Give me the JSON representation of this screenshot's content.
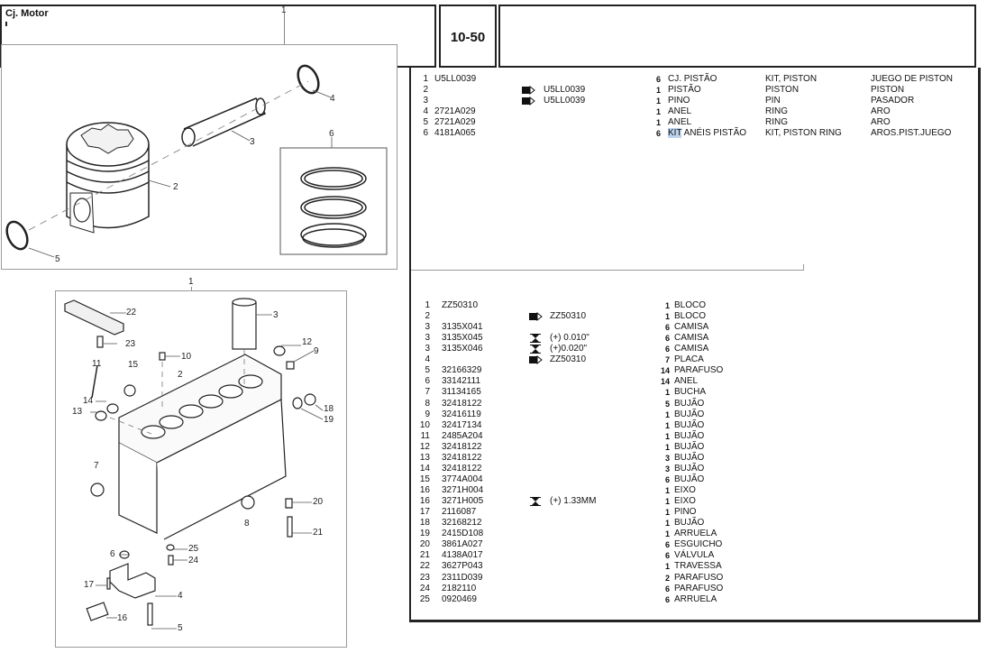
{
  "header": {
    "title": "Cj. Motor",
    "page_number": "10-50"
  },
  "piston_diagram": {
    "callouts": [
      "1",
      "2",
      "3",
      "4",
      "5",
      "6"
    ]
  },
  "block_diagram": {
    "callouts": [
      "1",
      "2",
      "3",
      "4",
      "5",
      "6",
      "7",
      "8",
      "9",
      "10",
      "11",
      "12",
      "13",
      "14",
      "15",
      "16",
      "17",
      "18",
      "19",
      "20",
      "21",
      "22",
      "23",
      "24",
      "25"
    ]
  },
  "parts_list_piston": {
    "rows": [
      {
        "ref": "1",
        "part": "U5LL0039",
        "symbol": "",
        "note": "",
        "qty": "6",
        "desc_pt": "CJ. PISTÃO",
        "desc_en": "KIT, PISTON",
        "desc_es": "JUEGO DE PISTON"
      },
      {
        "ref": "2",
        "part": "",
        "symbol": "arrow-ref-icon",
        "note": "U5LL0039",
        "qty": "1",
        "desc_pt": "PISTÃO",
        "desc_en": "PISTON",
        "desc_es": "PISTON"
      },
      {
        "ref": "3",
        "part": "",
        "symbol": "arrow-ref-icon",
        "note": "U5LL0039",
        "qty": "1",
        "desc_pt": "PINO",
        "desc_en": "PIN",
        "desc_es": "PASADOR"
      },
      {
        "ref": "4",
        "part": "2721A029",
        "symbol": "",
        "note": "",
        "qty": "1",
        "desc_pt": "ANEL",
        "desc_en": "RING",
        "desc_es": "ARO"
      },
      {
        "ref": "5",
        "part": "2721A029",
        "symbol": "",
        "note": "",
        "qty": "1",
        "desc_pt": "ANEL",
        "desc_en": "RING",
        "desc_es": "ARO"
      },
      {
        "ref": "6",
        "part": "4181A065",
        "symbol": "",
        "note": "",
        "qty": "6",
        "desc_pt_highlight": "KIT",
        "desc_pt": " ANÉIS PISTÃO",
        "desc_en": "KIT, PISTON RING",
        "desc_es": "AROS.PIST.JUEGO"
      }
    ]
  },
  "parts_list_block": {
    "rows": [
      {
        "ref": "1",
        "part": "ZZ50310",
        "symbol": "",
        "note": "",
        "qty": "1",
        "desc_pt": "BLOCO"
      },
      {
        "ref": "2",
        "part": "",
        "symbol": "arrow-ref-icon",
        "note": "ZZ50310",
        "qty": "1",
        "desc_pt": "BLOCO"
      },
      {
        "ref": "3",
        "part": "3135X041",
        "symbol": "",
        "note": "",
        "qty": "6",
        "desc_pt": "CAMISA"
      },
      {
        "ref": "3",
        "part": "3135X045",
        "symbol": "oversize-icon",
        "note": "(+) 0.010\"",
        "qty": "6",
        "desc_pt": "CAMISA"
      },
      {
        "ref": "3",
        "part": "3135X046",
        "symbol": "oversize-icon",
        "note": "(+)0.020\"",
        "qty": "6",
        "desc_pt": "CAMISA"
      },
      {
        "ref": "4",
        "part": "",
        "symbol": "arrow-ref-icon",
        "note": "ZZ50310",
        "qty": "7",
        "desc_pt": "PLACA"
      },
      {
        "ref": "5",
        "part": "32166329",
        "symbol": "",
        "note": "",
        "qty": "14",
        "desc_pt": "PARAFUSO"
      },
      {
        "ref": "6",
        "part": "33142111",
        "symbol": "",
        "note": "",
        "qty": "14",
        "desc_pt": "ANEL"
      },
      {
        "ref": "7",
        "part": "31134165",
        "symbol": "",
        "note": "",
        "qty": "1",
        "desc_pt": "BUCHA"
      },
      {
        "ref": "8",
        "part": "32418122",
        "symbol": "",
        "note": "",
        "qty": "5",
        "desc_pt": "BUJÃO"
      },
      {
        "ref": "9",
        "part": "32416119",
        "symbol": "",
        "note": "",
        "qty": "1",
        "desc_pt": "BUJÃO"
      },
      {
        "ref": "10",
        "part": "32417134",
        "symbol": "",
        "note": "",
        "qty": "1",
        "desc_pt": "BUJÃO"
      },
      {
        "ref": "11",
        "part": "2485A204",
        "symbol": "",
        "note": "",
        "qty": "1",
        "desc_pt": "BUJÃO"
      },
      {
        "ref": "12",
        "part": "32418122",
        "symbol": "",
        "note": "",
        "qty": "1",
        "desc_pt": "BUJÃO"
      },
      {
        "ref": "13",
        "part": "32418122",
        "symbol": "",
        "note": "",
        "qty": "3",
        "desc_pt": "BUJÃO"
      },
      {
        "ref": "14",
        "part": "32418122",
        "symbol": "",
        "note": "",
        "qty": "3",
        "desc_pt": "BUJÃO"
      },
      {
        "ref": "15",
        "part": "3774A004",
        "symbol": "",
        "note": "",
        "qty": "6",
        "desc_pt": "BUJÃO"
      },
      {
        "ref": "16",
        "part": "3271H004",
        "symbol": "",
        "note": "",
        "qty": "1",
        "desc_pt": "EIXO"
      },
      {
        "ref": "16",
        "part": "3271H005",
        "symbol": "oversize-icon",
        "note": "(+) 1.33MM",
        "qty": "1",
        "desc_pt": "EIXO"
      },
      {
        "ref": "17",
        "part": "2116087",
        "symbol": "",
        "note": "",
        "qty": "1",
        "desc_pt": "PINO"
      },
      {
        "ref": "18",
        "part": "32168212",
        "symbol": "",
        "note": "",
        "qty": "1",
        "desc_pt": "BUJÃO"
      },
      {
        "ref": "19",
        "part": "2415D108",
        "symbol": "",
        "note": "",
        "qty": "1",
        "desc_pt": "ARRUELA"
      },
      {
        "ref": "20",
        "part": "3861A027",
        "symbol": "",
        "note": "",
        "qty": "6",
        "desc_pt": "ESGUICHO"
      },
      {
        "ref": "21",
        "part": "4138A017",
        "symbol": "",
        "note": "",
        "qty": "6",
        "desc_pt": "VÁLVULA"
      },
      {
        "ref": "22",
        "part": "3627P043",
        "symbol": "",
        "note": "",
        "qty": "1",
        "desc_pt": "TRAVESSA"
      },
      {
        "ref": "23",
        "part": "2311D039",
        "symbol": "",
        "note": "",
        "qty": "2",
        "desc_pt": "PARAFUSO"
      },
      {
        "ref": "24",
        "part": "2182110",
        "symbol": "",
        "note": "",
        "qty": "6",
        "desc_pt": "PARAFUSO"
      },
      {
        "ref": "25",
        "part": "0920469",
        "symbol": "",
        "note": "",
        "qty": "6",
        "desc_pt": "ARRUELA"
      }
    ]
  }
}
